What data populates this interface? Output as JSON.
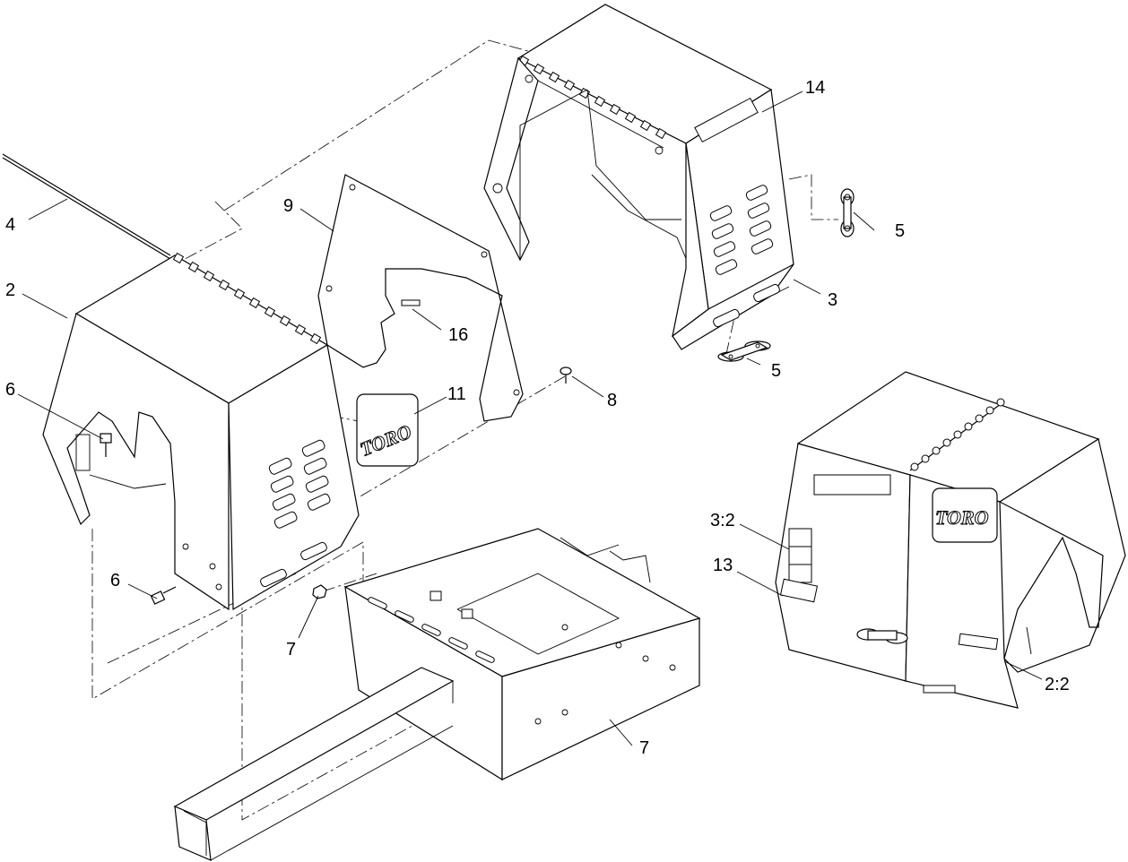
{
  "callouts": {
    "c2": "2",
    "c2_2": "2:2",
    "c3": "3",
    "c3_2": "3:2",
    "c4": "4",
    "c5a": "5",
    "c5b": "5",
    "c6a": "6",
    "c6b": "6",
    "c7a": "7",
    "c7b": "7",
    "c8": "8",
    "c9": "9",
    "c11": "11",
    "c13": "13",
    "c14": "14",
    "c16": "16"
  },
  "logos": {
    "left_cover": "TORO",
    "right_assembly": "TORO"
  }
}
